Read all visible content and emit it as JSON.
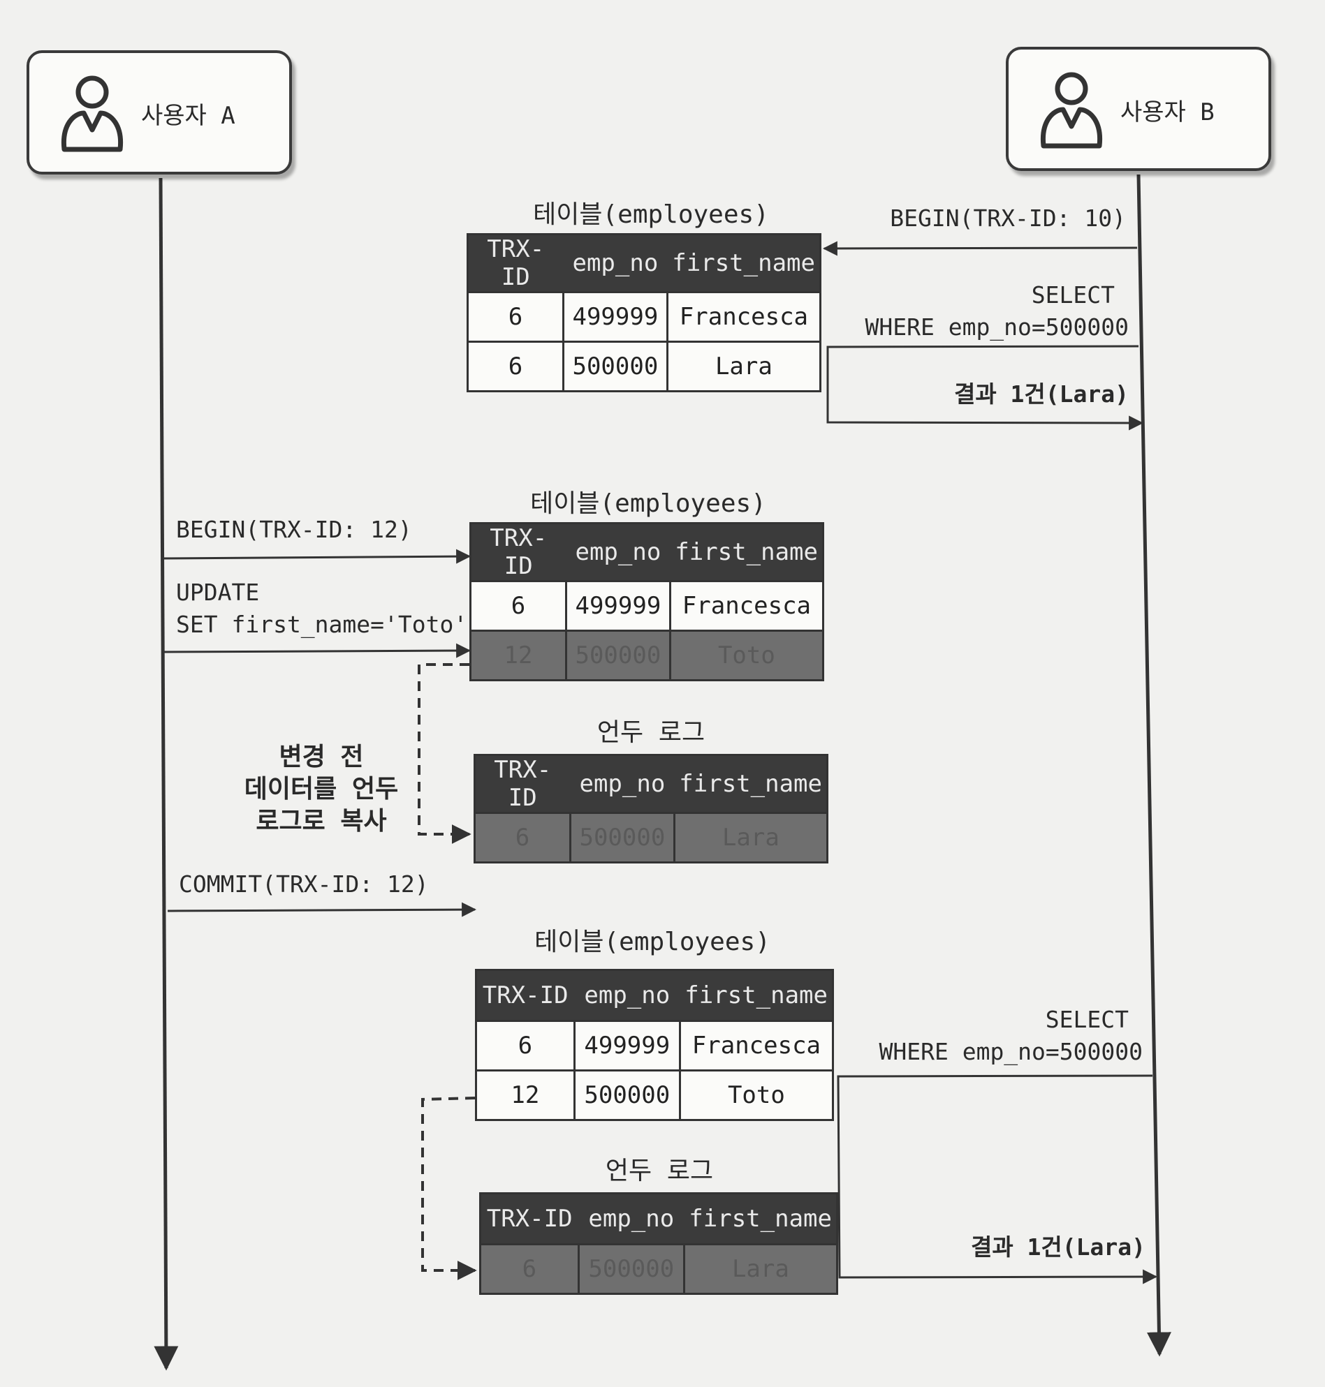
{
  "actors": {
    "a": {
      "label": "사용자 A"
    },
    "b": {
      "label": "사용자 B"
    }
  },
  "columns": [
    "TRX-ID",
    "emp_no",
    "first_name"
  ],
  "tables": [
    {
      "title": "테이블(employees)",
      "rows": [
        [
          "6",
          "499999",
          "Francesca"
        ],
        [
          "6",
          "500000",
          "Lara"
        ]
      ]
    },
    {
      "title": "테이블(employees)",
      "rows": [
        [
          "6",
          "499999",
          "Francesca"
        ],
        [
          "12",
          "500000",
          "Toto"
        ]
      ]
    },
    {
      "title": "언두 로그",
      "rows": [
        [
          "6",
          "500000",
          "Lara"
        ]
      ]
    },
    {
      "title": "테이블(employees)",
      "rows": [
        [
          "6",
          "499999",
          "Francesca"
        ],
        [
          "12",
          "500000",
          "Toto"
        ]
      ]
    },
    {
      "title": "언두 로그",
      "rows": [
        [
          "6",
          "500000",
          "Lara"
        ]
      ]
    }
  ],
  "messages": {
    "b_begin": "BEGIN(TRX-ID: 10)",
    "b_select1_line1": "SELECT",
    "b_select1_line2": "WHERE emp_no=500000",
    "b_result1": "결과 1건(Lara)",
    "a_begin": "BEGIN(TRX-ID: 12)",
    "a_update_line1": "UPDATE",
    "a_update_line2": "SET first_name='Toto'",
    "a_note_line1": "변경 전",
    "a_note_line2": "데이터를 언두",
    "a_note_line3": "로그로 복사",
    "a_commit": "COMMIT(TRX-ID: 12)",
    "b_select2_line1": "SELECT",
    "b_select2_line2": "WHERE emp_no=500000",
    "b_result2": "결과 1건(Lara)"
  }
}
